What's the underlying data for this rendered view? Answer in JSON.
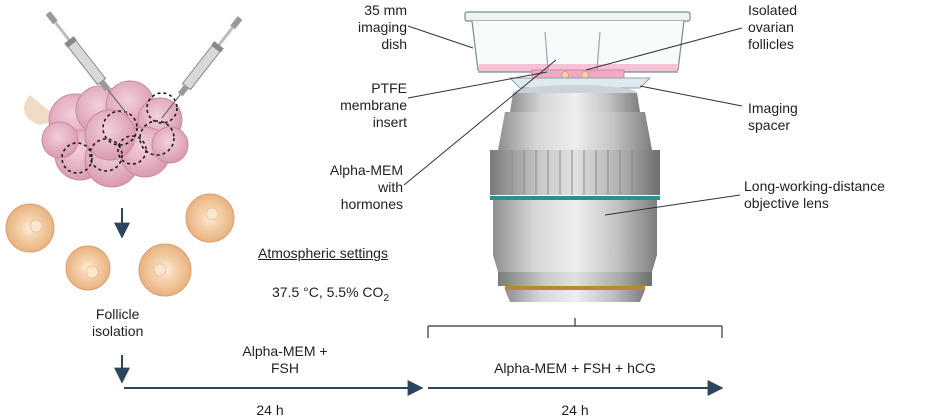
{
  "labels": {
    "dish": [
      "35 mm",
      "imaging",
      "dish"
    ],
    "membrane": [
      "PTFE",
      "membrane",
      "insert"
    ],
    "medium": [
      "Alpha-MEM",
      "with",
      "hormones"
    ],
    "follicles": [
      "Isolated",
      "ovarian",
      "follicles"
    ],
    "spacer": [
      "Imaging",
      "spacer"
    ],
    "lens": [
      "Long-working-distance",
      "objective lens"
    ],
    "atmos_title": "Atmospheric settings",
    "atmos_value": "37.5 °C, 5.5% CO",
    "atmos_sub": "2",
    "isolation": [
      "Follicle",
      "isolation"
    ],
    "phase1": [
      "Alpha-MEM +",
      "FSH"
    ],
    "phase2": "Alpha-MEM + FSH + hCG",
    "dur1": "24 h",
    "dur2": "24 h"
  },
  "colors": {
    "ovary": "#e8b4c4",
    "ovary_dark": "#c98aa0",
    "follicle": "#f2c9a0",
    "lens_body": "#b8b8b8",
    "teal_ring": "#2a8f8f",
    "gold_ring": "#b8892e",
    "arrow": "#2e4560",
    "dish_pink": "#f4c2d4"
  }
}
